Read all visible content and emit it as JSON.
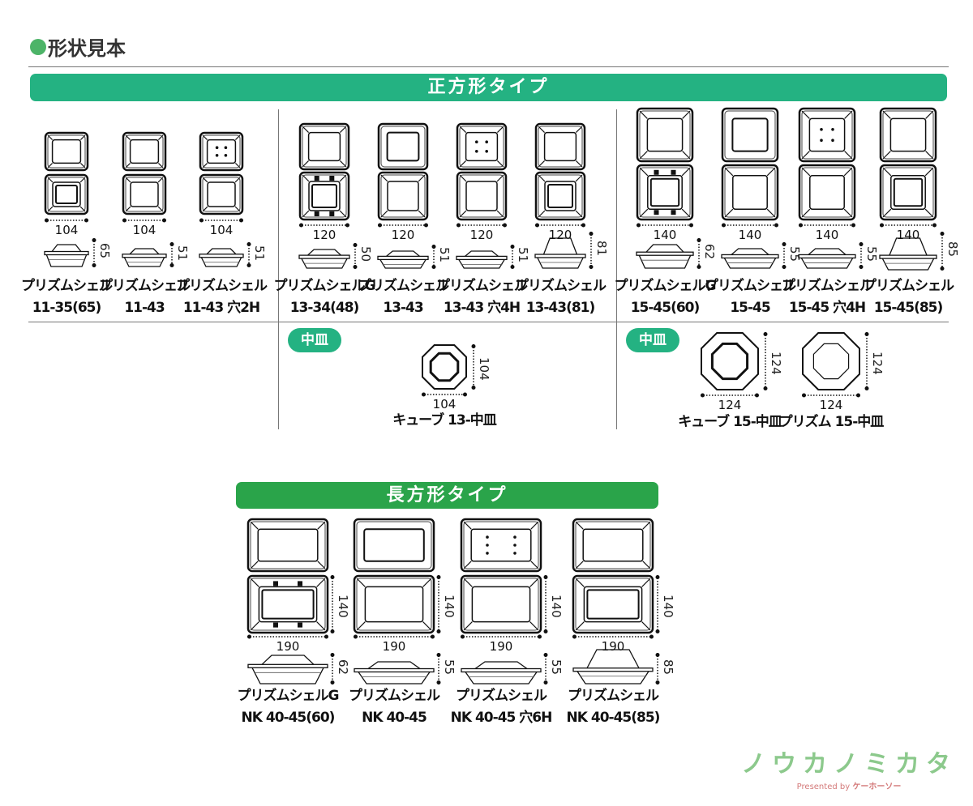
{
  "title": "形状見本",
  "square_band": "正方形タイプ",
  "rect_band": "長方形タイプ",
  "badge": "中皿",
  "square_items": [
    {
      "w": "104",
      "h": "65",
      "name1": "プリズムシェル",
      "name2": "11-35(65)",
      "lid": "plain",
      "body": "inner"
    },
    {
      "w": "104",
      "h": "51",
      "name1": "プリズムシェル",
      "name2": "11-43",
      "lid": "plain",
      "body": "plain"
    },
    {
      "w": "104",
      "h": "51",
      "name1": "プリズムシェル",
      "name2": "11-43 穴2H",
      "lid": "holes4",
      "body": "plain"
    },
    {
      "w": "120",
      "h": "50",
      "name1": "プリズムシェルG",
      "name2": "13-34(48)",
      "lid": "plain",
      "body": "ribbed"
    },
    {
      "w": "120",
      "h": "51",
      "name1": "プリズムシェル",
      "name2": "13-43",
      "lid": "flat",
      "body": "plain"
    },
    {
      "w": "120",
      "h": "51",
      "name1": "プリズムシェル",
      "name2": "13-43 穴4H",
      "lid": "holes4",
      "body": "plain"
    },
    {
      "w": "120",
      "h": "81",
      "name1": "プリズムシェル",
      "name2": "13-43(81)",
      "lid": "plain",
      "body": "inner"
    },
    {
      "w": "140",
      "h": "62",
      "name1": "プリズムシェルG",
      "name2": "15-45(60)",
      "lid": "plain",
      "body": "ribbed"
    },
    {
      "w": "140",
      "h": "55",
      "name1": "プリズムシェル",
      "name2": "15-45",
      "lid": "flat",
      "body": "plain"
    },
    {
      "w": "140",
      "h": "55",
      "name1": "プリズムシェル",
      "name2": "15-45 穴4H",
      "lid": "holes4",
      "body": "plain"
    },
    {
      "w": "140",
      "h": "85",
      "name1": "プリズムシェル",
      "name2": "15-45(85)",
      "lid": "plain",
      "body": "inner"
    }
  ],
  "plates": [
    {
      "w": "104",
      "h": "104",
      "name": "キューブ 13-中皿"
    },
    {
      "w": "124",
      "h": "124",
      "name": "キューブ 15-中皿"
    },
    {
      "w": "124",
      "h": "124",
      "name": "プリズム 15-中皿"
    }
  ],
  "rect_items": [
    {
      "w": "190",
      "h": "140",
      "ph": "62",
      "name1": "プリズムシェルG",
      "name2": "NK 40-45(60)",
      "lid": "plain",
      "body": "ribbed"
    },
    {
      "w": "190",
      "h": "140",
      "ph": "55",
      "name1": "プリズムシェル",
      "name2": "NK 40-45",
      "lid": "flat",
      "body": "plain"
    },
    {
      "w": "190",
      "h": "140",
      "ph": "55",
      "name1": "プリズムシェル",
      "name2": "NK 40-45 穴6H",
      "lid": "holes6",
      "body": "plain"
    },
    {
      "w": "190",
      "h": "140",
      "ph": "85",
      "name1": "プリズムシェル",
      "name2": "NK 40-45(85)",
      "lid": "plain",
      "body": "inner"
    }
  ],
  "logo": {
    "main": "ノウカノミカタ",
    "presented": "Presented by",
    "brand": "ケーホーソー"
  },
  "colors": {
    "square_band": "#24b282",
    "rect_band": "#2aa44a",
    "title_dot": "#4db468"
  }
}
